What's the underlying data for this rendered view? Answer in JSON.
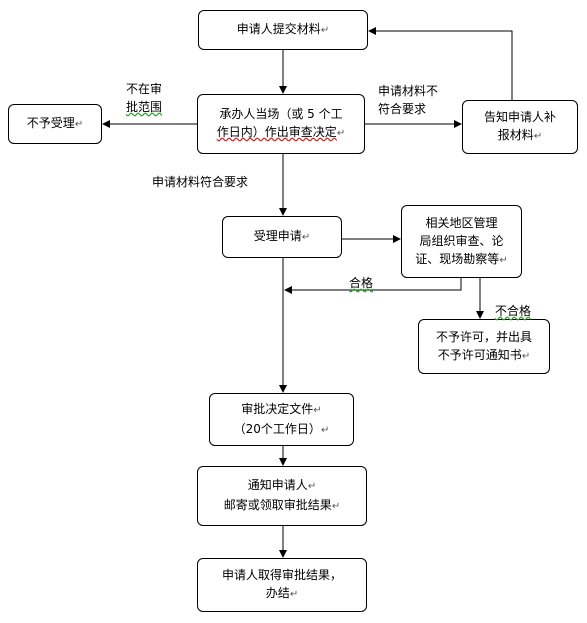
{
  "nodes": {
    "submit": "申请人提交材料",
    "no_accept": "不予受理",
    "review_line1": "承办人当场（或 5 个工",
    "review_line2": "作日内）作出审查决定",
    "notify_supplement_line1": "告知申请人补",
    "notify_supplement_line2": "报材料",
    "accept": "受理申请",
    "org_review_line1": "相关地区管理",
    "org_review_line2": "局组织审查、论",
    "org_review_line3": "证、现场勘察等",
    "deny_permit_line1": "不予许可，并出具",
    "deny_permit_line2": "不予许可通知书",
    "decision_doc_line1": "审批决定文件",
    "decision_doc_line2": "（20个工作日）",
    "notify_applicant_line1": "通知申请人",
    "notify_applicant_line2": "邮寄或领取审批结果",
    "finish_line1": "申请人取得审批结果，",
    "finish_line2": "办结"
  },
  "edge_labels": {
    "out_of_scope_line1": "不在审",
    "out_of_scope_line2": "批范围",
    "nonconforming_line1": "申请材料不",
    "nonconforming_line2": "符合要求",
    "conforming": "申请材料符合要求",
    "qualified": "合格",
    "unqualified": "不合格"
  },
  "return_mark": "↵"
}
